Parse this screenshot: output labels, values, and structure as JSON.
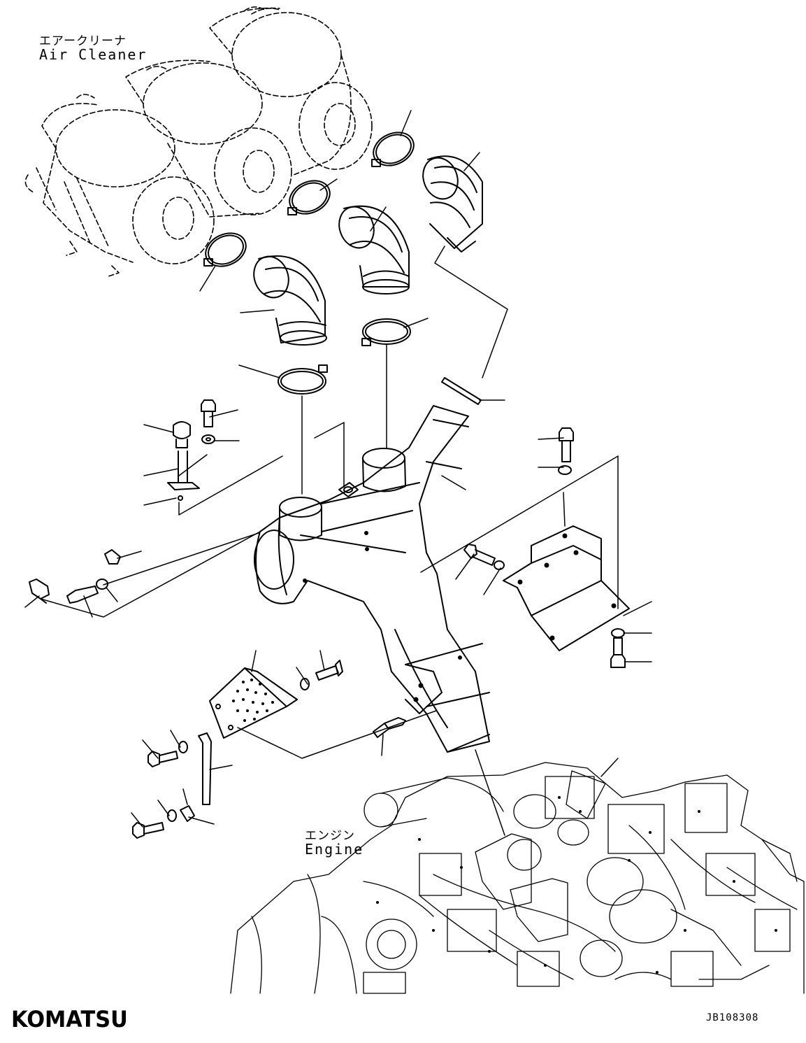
{
  "labels": {
    "air_cleaner_jp": "エアークリーナ",
    "air_cleaner_en": "Air Cleaner",
    "engine_jp": "エンジン",
    "engine_en": "Engine"
  },
  "logo": "KOMATSU",
  "drawing_code": "JB108308",
  "line_color": "#000000"
}
